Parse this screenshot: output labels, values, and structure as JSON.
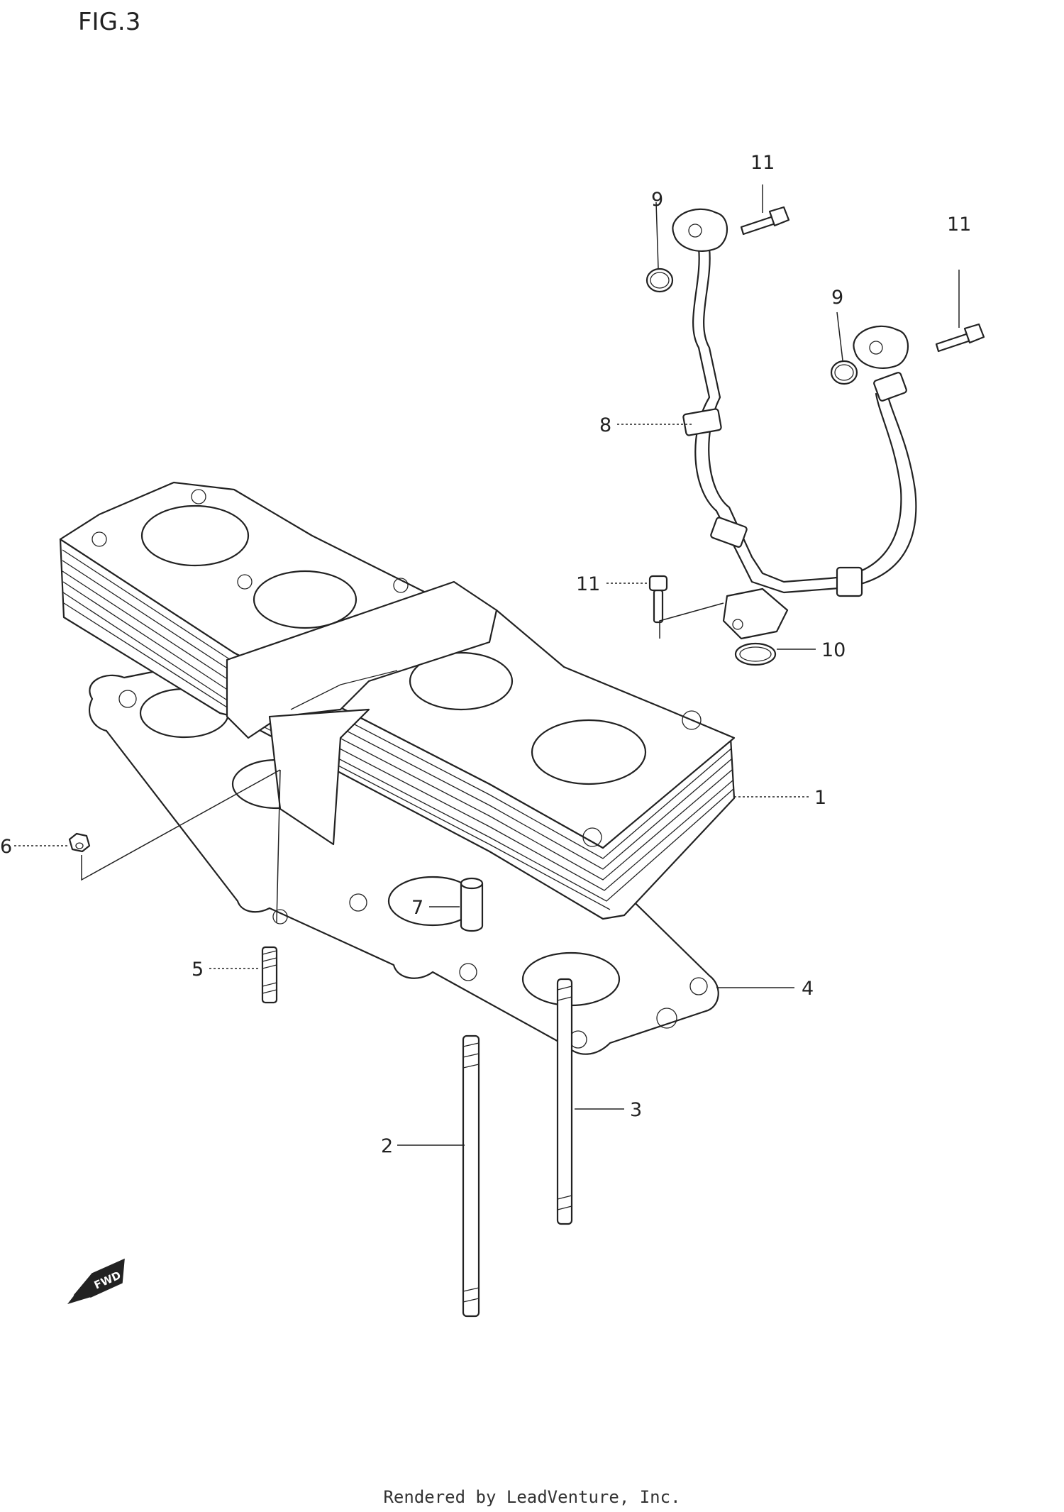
{
  "figure": {
    "title": "FIG.3"
  },
  "callouts": [
    {
      "id": "callout-1",
      "label": "1"
    },
    {
      "id": "callout-2",
      "label": "2"
    },
    {
      "id": "callout-3",
      "label": "3"
    },
    {
      "id": "callout-4",
      "label": "4"
    },
    {
      "id": "callout-5",
      "label": "5"
    },
    {
      "id": "callout-6",
      "label": "6"
    },
    {
      "id": "callout-7",
      "label": "7"
    },
    {
      "id": "callout-8",
      "label": "8"
    },
    {
      "id": "callout-9a",
      "label": "9"
    },
    {
      "id": "callout-9b",
      "label": "9"
    },
    {
      "id": "callout-10",
      "label": "10"
    },
    {
      "id": "callout-11a",
      "label": "11"
    },
    {
      "id": "callout-11b",
      "label": "11"
    },
    {
      "id": "callout-11c",
      "label": "11"
    }
  ],
  "direction_marker": {
    "label": "FWD",
    "icon": "fwd-arrow-icon"
  },
  "footer": {
    "credit": "Rendered by LeadVenture, Inc."
  }
}
